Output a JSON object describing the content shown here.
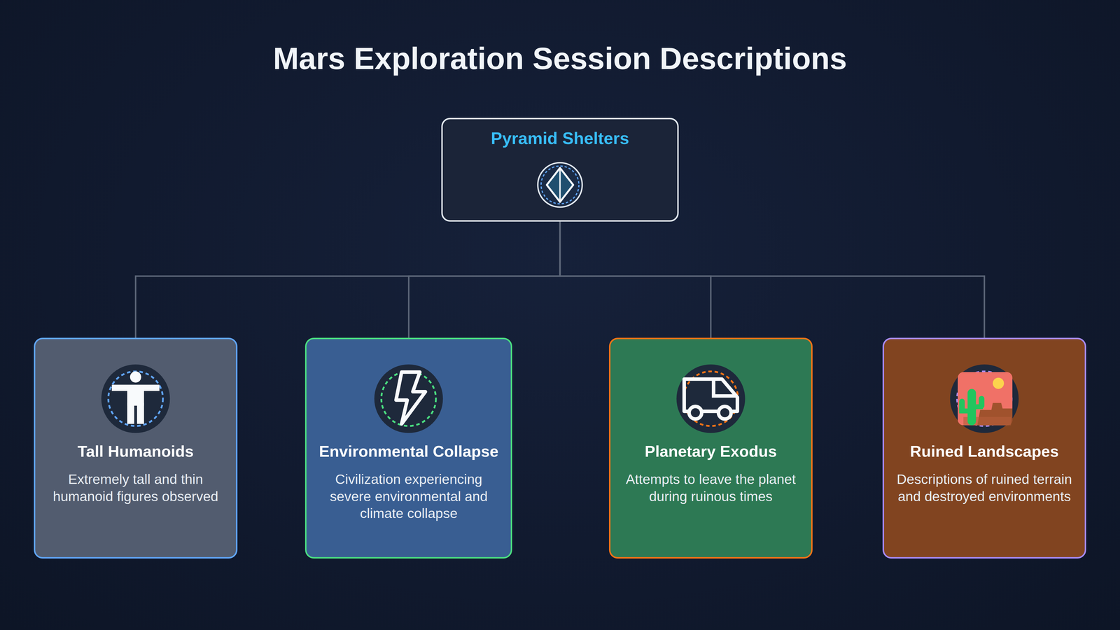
{
  "diagram": {
    "title": "Mars Exploration Session Descriptions",
    "nodes": [
      {
        "text": [
          "Pyramid Shelters"
        ]
      },
      {
        "text": [
          "Tall Humanoids",
          "Extremely tall and thin humanoid figures observed"
        ]
      },
      {
        "text": [
          "Environmental Collapse",
          "Civilization experiencing severe environmental and climate collapse"
        ]
      },
      {
        "text": [
          "Planetary Exodus",
          "Attempts to leave the planet during ruinous times"
        ]
      },
      {
        "text": [
          "Ruined Landscapes",
          "Descriptions of ruined terrain and destroyed environments"
        ]
      }
    ],
    "edges": [
      {
        "from": 0,
        "to": 1,
        "arrow": "none"
      },
      {
        "from": 0,
        "to": 2,
        "arrow": "none"
      },
      {
        "from": 0,
        "to": 3,
        "arrow": "none"
      },
      {
        "from": 0,
        "to": 4,
        "arrow": "none"
      }
    ]
  }
}
